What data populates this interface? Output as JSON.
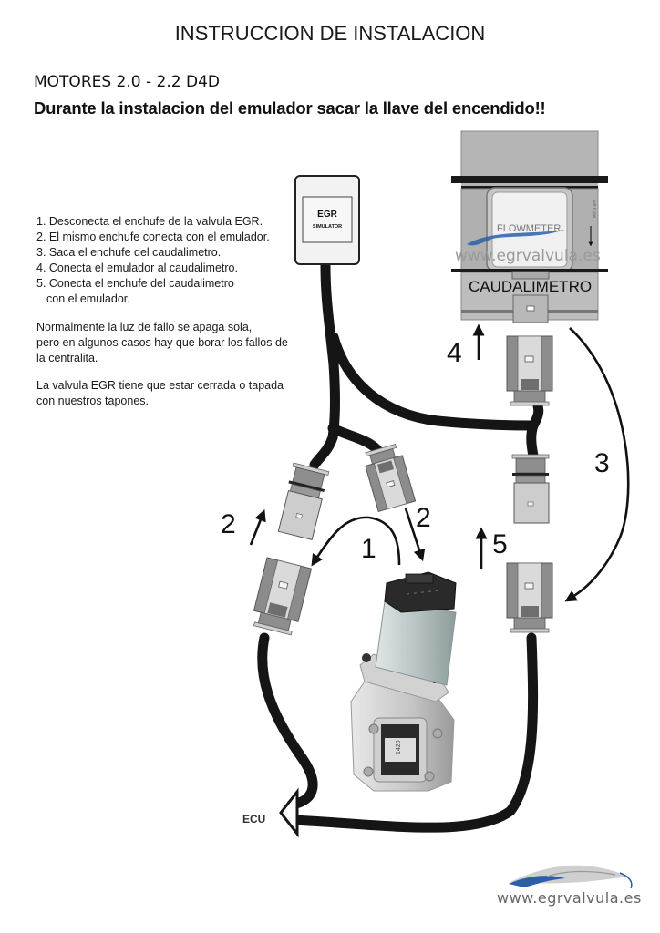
{
  "header": {
    "title": "INSTRUCCION DE INSTALACION",
    "subtitle": "MOTORES 2.0 - 2.2 D4D",
    "warning": "Durante la instalacion del emulador sacar la llave del encendido!!"
  },
  "instructions": {
    "steps": [
      "1. Desconecta el enchufe de la valvula EGR.",
      "2. El mismo enchufe conecta con el emulador.",
      "3. Saca el enchufe del caudalimetro.",
      "4. Conecta el emulador al caudalimetro.",
      "5. Conecta el enchufe del caudalimetro",
      "con el emulador."
    ],
    "note_fault_light": [
      "Normalmente la luz de fallo se apaga sola,",
      "pero en algunos casos hay que borar los fallos de",
      "la centralita."
    ],
    "note_egr_valve": [
      "La valvula EGR tiene que estar cerrada o tapada",
      "con nuestros tapones."
    ]
  },
  "diagram": {
    "emulator": {
      "line1": "EGR",
      "line2": "SIMULATOR"
    },
    "mass_air_flow_sensor": {
      "label": "CAUDALIMETRO",
      "watermark": "www.egrvalvula.es",
      "inner_text": "FLOWMETER",
      "side_text": "AIR FLOW"
    },
    "step_numbers": [
      "1",
      "2",
      "2",
      "3",
      "4",
      "5"
    ],
    "ecu_label": "ECU",
    "egr_valve_part_text": "1420"
  },
  "footer": {
    "logo_url": "www.egrvalvula.es"
  },
  "colors": {
    "cable": "#151515",
    "connector_dark": "#8c8c8c",
    "connector_mid": "#a8a8a8",
    "connector_light": "#d9d9d9",
    "sensor_body": "#b3b3b3",
    "logo_blue": "#2a5fa8"
  }
}
